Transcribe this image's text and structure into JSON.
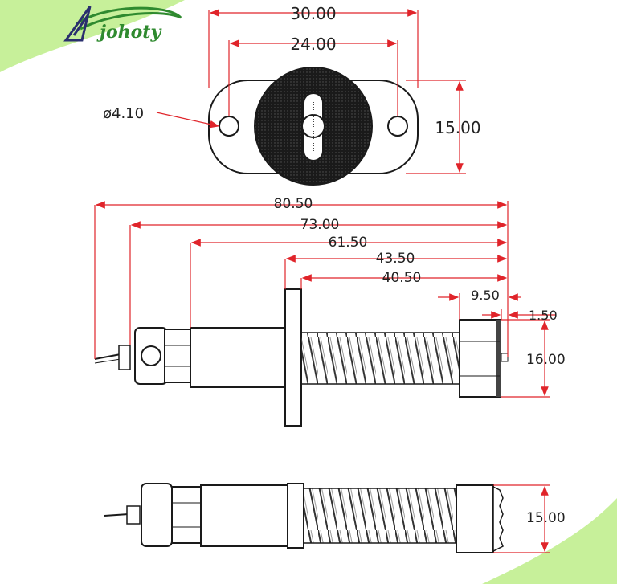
{
  "brand": {
    "name": "johoty",
    "colors": {
      "brand_green": "#2f8a2f",
      "brand_navy": "#2a2f6e",
      "background_green": "#c7f09a"
    }
  },
  "top_view": {
    "overall_width": "30.00",
    "hole_spacing": "24.00",
    "hole_diameter": "ø4.10",
    "height": "15.00"
  },
  "side_view": {
    "total_length": "80.50",
    "length_73": "73.00",
    "length_61": "61.50",
    "length_43": "43.50",
    "length_40": "40.50",
    "tip_length": "9.50",
    "tip_offset": "1.50",
    "head_diameter": "16.00"
  },
  "bottom_view": {
    "head_diameter": "15.00"
  },
  "colors": {
    "dimension_line": "#e0242a",
    "outline": "#1a1a1a"
  }
}
